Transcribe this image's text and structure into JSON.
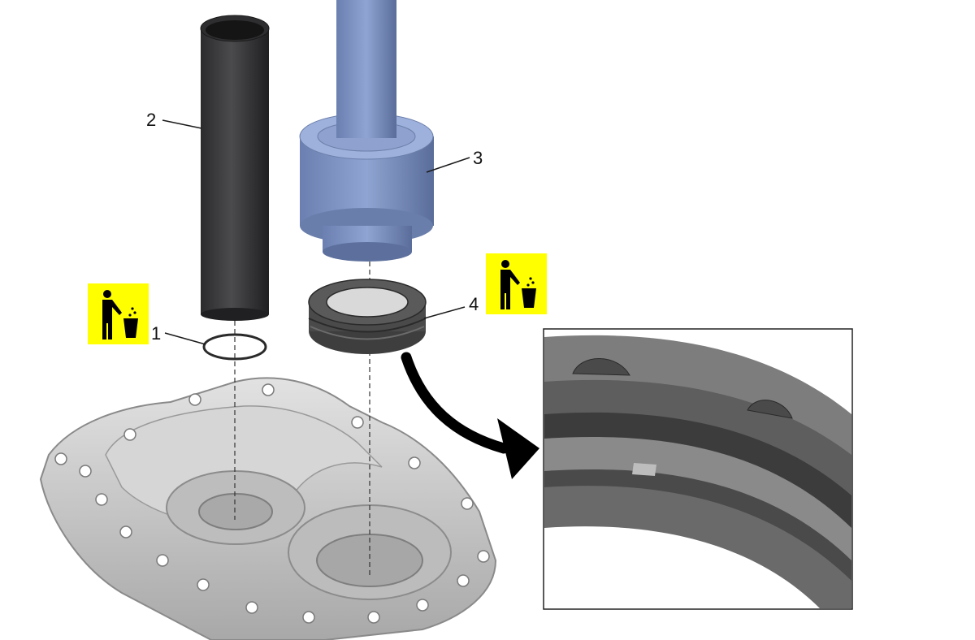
{
  "colors": {
    "tube": "#3a3a3c",
    "tool": "#7f95c4",
    "tool_dark": "#5c6f9c",
    "seal": "#4a4a4a",
    "housing": "#c9c9c9",
    "housing_dark": "#9a9a9a",
    "disposal_bg": "#ffff00",
    "leader": "#1a1a1a"
  },
  "callouts": [
    {
      "id": "1",
      "label": "1",
      "part": "o-ring"
    },
    {
      "id": "2",
      "label": "2",
      "part": "guide-tube"
    },
    {
      "id": "3",
      "label": "3",
      "part": "installer-tool"
    },
    {
      "id": "4",
      "label": "4",
      "part": "shaft-seal"
    }
  ],
  "icons": {
    "disposal": "dispose-of-waste-icon"
  }
}
